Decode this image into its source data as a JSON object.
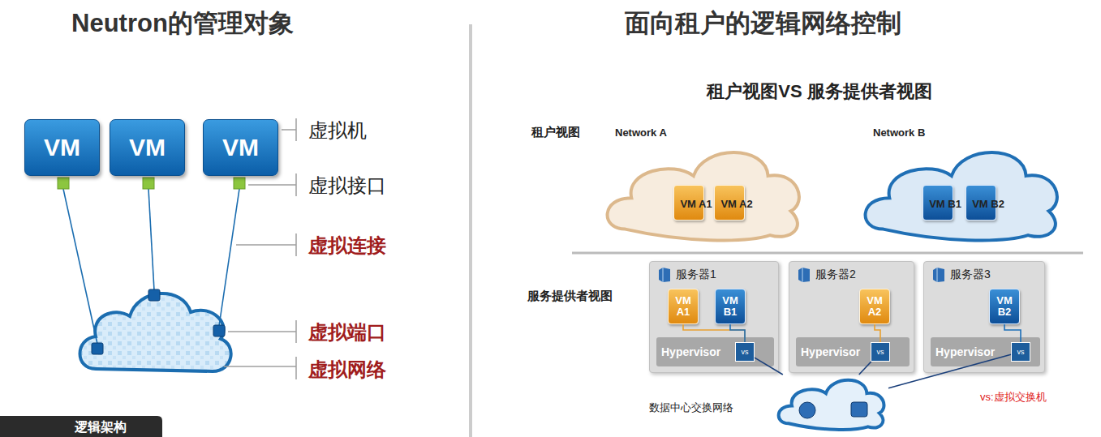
{
  "diagram": {
    "nodes": [
      {
        "text": [
          "VM"
        ]
      },
      {
        "text": [
          "VM"
        ]
      },
      {
        "text": [
          "VM"
        ]
      },
      {
        "text": [
          "Network A"
        ]
      },
      {
        "text": [
          "VM A1"
        ],
        "in": 3
      },
      {
        "text": [
          "VM A2"
        ],
        "in": 3
      },
      {
        "text": [
          "Network B"
        ]
      },
      {
        "text": [
          "VM B1"
        ],
        "in": 6
      },
      {
        "text": [
          "VM B2"
        ],
        "in": 6
      },
      {
        "text": [
          "服务器1"
        ]
      },
      {
        "text": [
          "VM A1"
        ],
        "in": 9
      },
      {
        "text": [
          "VM B1"
        ],
        "in": 9
      },
      {
        "text": [
          "Hypervisor"
        ],
        "in": 9
      },
      {
        "text": [
          "vs"
        ],
        "in": 12
      },
      {
        "text": [
          "服务器2"
        ]
      },
      {
        "text": [
          "VM A2"
        ],
        "in": 14
      },
      {
        "text": [
          "Hypervisor"
        ],
        "in": 14
      },
      {
        "text": [
          "vs"
        ],
        "in": 16
      },
      {
        "text": [
          "服务器3"
        ]
      },
      {
        "text": [
          "VM B2"
        ],
        "in": 18
      },
      {
        "text": [
          "Hypervisor"
        ],
        "in": 18
      },
      {
        "text": [
          "vs"
        ],
        "in": 20
      },
      {
        "text": [
          "数据中心交换网络"
        ]
      }
    ],
    "edges": [
      {
        "from": 10,
        "to": 13,
        "arrow": "none"
      },
      {
        "from": 11,
        "to": 13,
        "arrow": "none"
      },
      {
        "from": 15,
        "to": 17,
        "arrow": "none"
      },
      {
        "from": 19,
        "to": 21,
        "arrow": "none"
      },
      {
        "from": 13,
        "to": 22,
        "arrow": "none"
      },
      {
        "from": 17,
        "to": 22,
        "arrow": "none"
      },
      {
        "from": 21,
        "to": 22,
        "arrow": "none"
      }
    ],
    "labels": [
      "Neutron的管理对象",
      "虚拟机",
      "虚拟接口",
      "虚拟连接",
      "虚拟端口",
      "虚拟网络",
      "面向租户的逻辑网络控制",
      "租户视图VS 服务提供者视图",
      "租户视图",
      "服务提供者视图",
      "vs:虚拟交换机",
      "逻辑架构"
    ]
  }
}
